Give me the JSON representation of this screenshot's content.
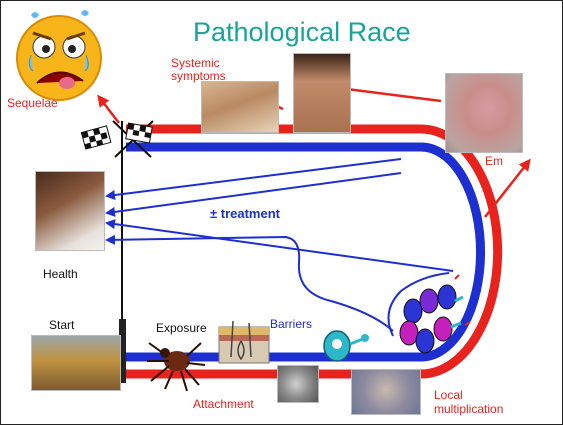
{
  "title": "Pathological Race",
  "labels": {
    "sequelae": "Sequelae",
    "systemic_1": "Systemic",
    "systemic_2": "symptoms",
    "health": "Health",
    "treatment": "± treatment",
    "em": "Em",
    "start": "Start",
    "exposure": "Exposure",
    "barriers": "Barriers",
    "attachment": "Attachment",
    "local_1": "Local",
    "local_2": "multiplication"
  },
  "colors": {
    "title": "#1aa39a",
    "track_red": "#e8231e",
    "track_blue": "#1d2fd1",
    "arrow_blue": "#1d2fd1",
    "arrow_red": "#e8231e",
    "label_red": "#e8231e",
    "label_blue": "#1d2fd1"
  },
  "icons": [
    "sad-face-icon",
    "checkered-flag-icon",
    "tick-icon",
    "bacteria-icon"
  ]
}
